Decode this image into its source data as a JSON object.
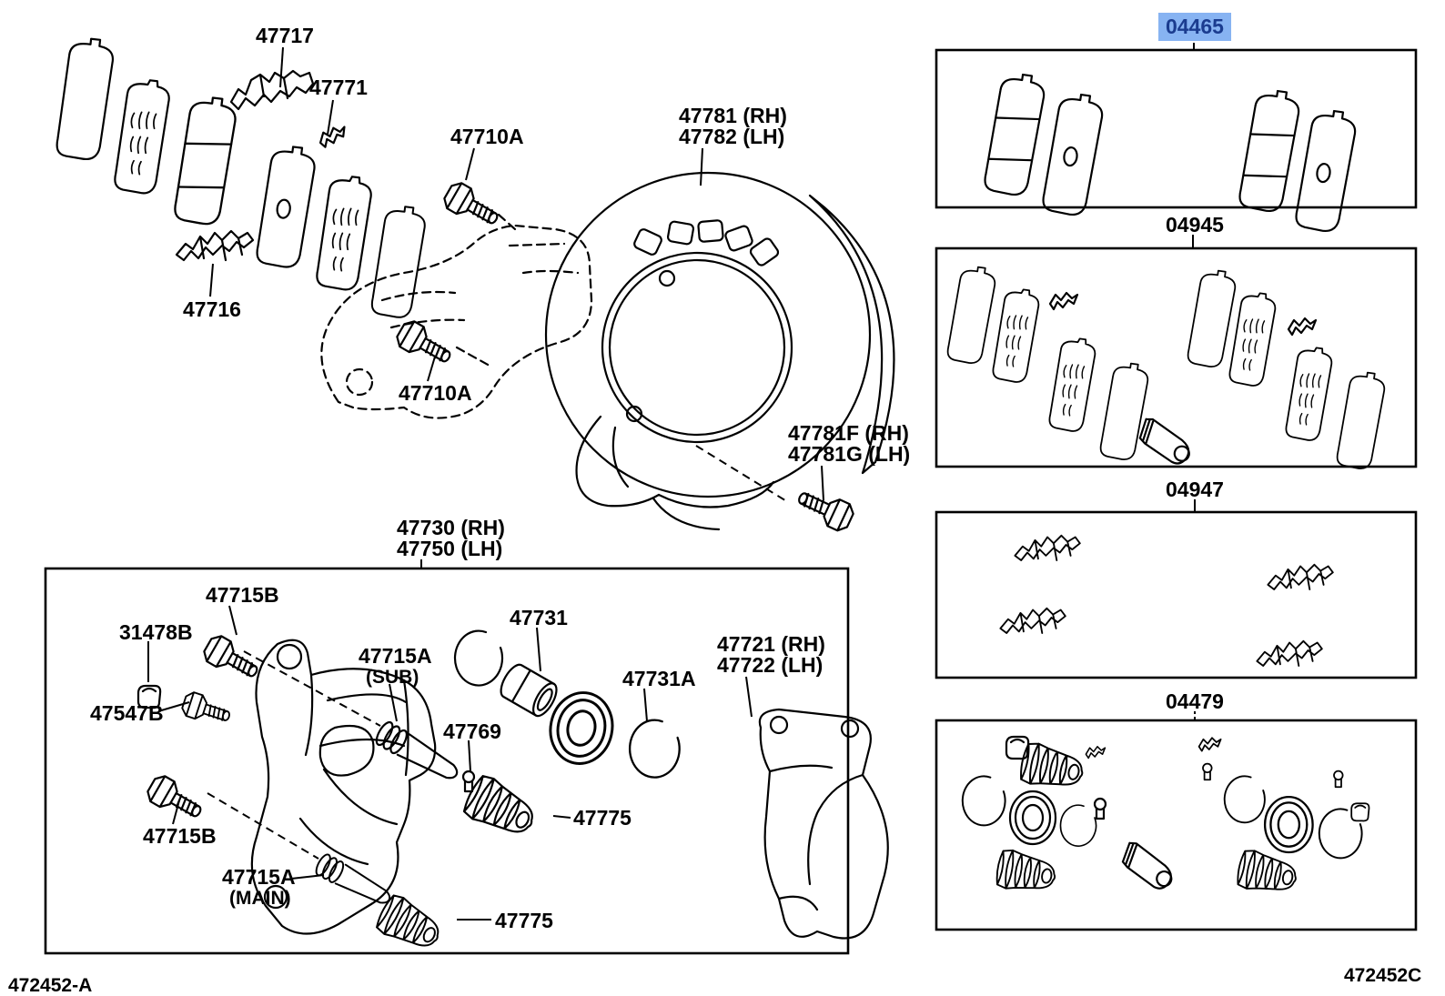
{
  "page": {
    "background": "#ffffff",
    "line_color": "#000000"
  },
  "highlight": {
    "bg": "#87b3f2",
    "text": "#1b3c8f"
  },
  "labels": [
    {
      "id": "47717",
      "lines": [
        "47717"
      ]
    },
    {
      "id": "47771",
      "lines": [
        "47771"
      ]
    },
    {
      "id": "47710A-upper",
      "lines": [
        "47710A"
      ]
    },
    {
      "id": "47781-47782",
      "lines": [
        "47781 (RH)",
        "47782 (LH)"
      ]
    },
    {
      "id": "47716",
      "lines": [
        "47716"
      ]
    },
    {
      "id": "47710A-lower",
      "lines": [
        "47710A"
      ]
    },
    {
      "id": "47781F-47781G",
      "lines": [
        "47781F (RH)",
        "47781G (LH)"
      ]
    },
    {
      "id": "47730-47750",
      "lines": [
        "47730 (RH)",
        "47750 (LH)"
      ]
    },
    {
      "id": "47715B-upper",
      "lines": [
        "47715B"
      ]
    },
    {
      "id": "31478B",
      "lines": [
        "31478B"
      ]
    },
    {
      "id": "47547B",
      "lines": [
        "47547B"
      ]
    },
    {
      "id": "47715A-sub",
      "lines": [
        "47715A",
        "(SUB)"
      ]
    },
    {
      "id": "47731",
      "lines": [
        "47731"
      ]
    },
    {
      "id": "47769",
      "lines": [
        "47769"
      ]
    },
    {
      "id": "47731A",
      "lines": [
        "47731A"
      ]
    },
    {
      "id": "47721-47722",
      "lines": [
        "47721 (RH)",
        "47722 (LH)"
      ]
    },
    {
      "id": "47775-middle",
      "lines": [
        "47775"
      ]
    },
    {
      "id": "47715B-lower",
      "lines": [
        "47715B"
      ]
    },
    {
      "id": "47715A-main",
      "lines": [
        "47715A",
        "(MAIN)"
      ]
    },
    {
      "id": "47775-bottom",
      "lines": [
        "47775"
      ]
    }
  ],
  "kits": [
    {
      "id": "04465",
      "label": "04465",
      "highlighted": true
    },
    {
      "id": "04945",
      "label": "04945",
      "highlighted": false
    },
    {
      "id": "04947",
      "label": "04947",
      "highlighted": false
    },
    {
      "id": "04479",
      "label": "04479",
      "highlighted": false
    }
  ],
  "footer": {
    "left_code": "472452-A",
    "right_code": "472452C"
  }
}
